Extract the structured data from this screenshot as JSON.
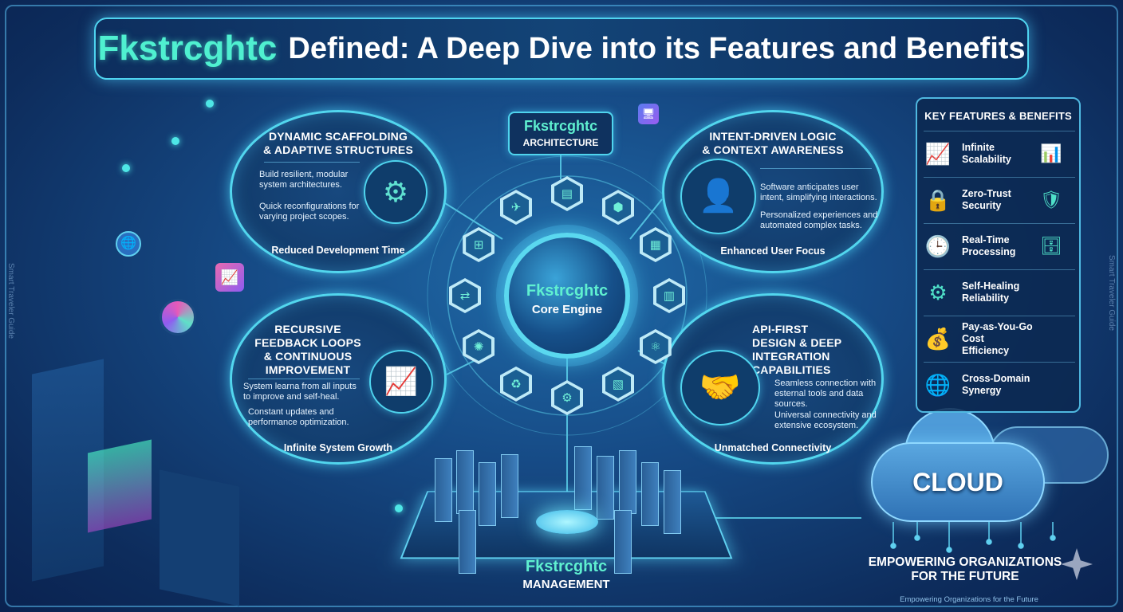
{
  "title": {
    "brand": "Fkstrcghtc",
    "rest": "Defined: A Deep Dive into its Features and Benefits"
  },
  "side_text": "Smart Traveler Guide",
  "architecture": {
    "brand": "Fkstrcghtc",
    "label": "ARCHITECTURE"
  },
  "core": {
    "brand": "Fkstrcghtc",
    "label": "Core Engine"
  },
  "management": {
    "brand": "Fkstrcghtc",
    "label": "MANAGEMENT"
  },
  "features": [
    {
      "title": "DYNAMIC SCAFFOLDING\n& ADAPTIVE STRUCTURES",
      "p1": "Build resilient, modular system architectures.",
      "p2": "Quick reconfigurations for varying project scopes.",
      "footer": "Reduced Development Time",
      "icon": "gear-network-icon"
    },
    {
      "title": "INTENT-DRIVEN LOGIC\n& CONTEXT AWARENESS",
      "p1": "Software anticipates user intent, simplifying interactions.",
      "p2": "Personalized experiences and automated complex tasks.",
      "footer": "Enhanced User Focus",
      "icon": "user-chat-icon"
    },
    {
      "title": "RECURSIVE\nFEEDBACK LOOPS\n& CONTINUOUS\nIMPROVEMENT",
      "p1": "System learna from all inputs to improve and self-heal.",
      "p2": "Constant updates and performance optimization.",
      "footer": "Infinite System Growth",
      "icon": "growth-cycle-icon"
    },
    {
      "title": "API-FIRST\nDESIGN & DEEP\nINTEGRATION\nCAPABILITIES",
      "p1": "Seamless connection with esternal tools and data sources.",
      "p2": "Universal connectivity and extensive ecosystem.",
      "footer": "Unmatched Connectivity",
      "icon": "handshake-icon"
    }
  ],
  "panel": {
    "title": "KEY FEATURES & BENEFITS",
    "items": [
      {
        "label": "Infinite Scalability",
        "icon": "chart-up-icon",
        "icon_glyph": "📈",
        "extra_glyph": "📊"
      },
      {
        "label": "Zero-Trust Security",
        "icon": "lock-icon",
        "icon_glyph": "🔒",
        "extra_glyph": "🛡"
      },
      {
        "label": "Real-Time Processing",
        "icon": "clock-icon",
        "icon_glyph": "🕒",
        "extra_glyph": "🗄"
      },
      {
        "label": "Self-Healing Reliability",
        "icon": "gear-wrench-icon",
        "icon_glyph": "⚙",
        "extra_glyph": ""
      },
      {
        "label": "Pay-as-You-Go Cost Efficiency",
        "icon": "money-bag-icon",
        "icon_glyph": "💰",
        "extra_glyph": ""
      },
      {
        "label": "Cross-Domain Synergy",
        "icon": "globe-icon",
        "icon_glyph": "🌐",
        "extra_glyph": ""
      }
    ]
  },
  "cloud": {
    "label": "CLOUD",
    "tagline_1": "EMPOWERING ORGANIZATIONS",
    "tagline_2": "FOR THE FUTURE"
  },
  "footer": "Empowering Organizations for the Future",
  "colors": {
    "accent": "#52d6ee",
    "brand": "#5ff0d0",
    "background": "#164a85"
  }
}
